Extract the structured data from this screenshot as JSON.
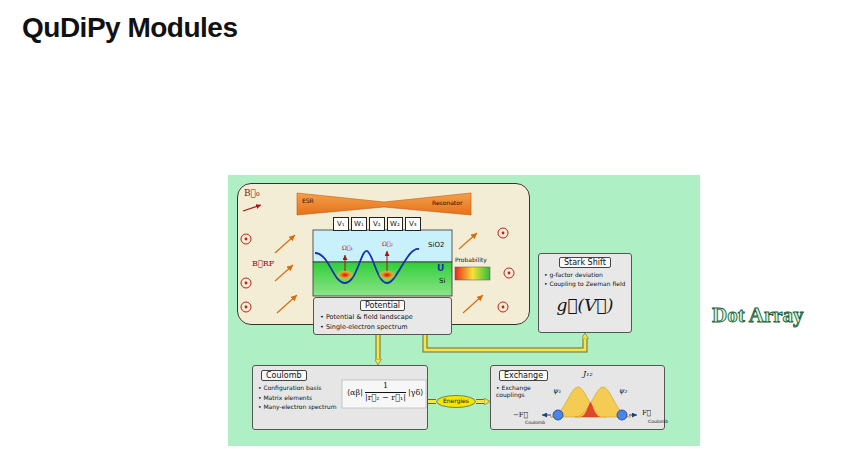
{
  "diagram": {
    "title": "QuDiPy Modules",
    "nodes": [
      {
        "text": [
          "ESR",
          "Resonator",
          "SiO2",
          "U",
          "Si",
          "Probability",
          "B⃗₀",
          "B⃗RF",
          "Ω⃗₁",
          "Ω⃗₂"
        ]
      },
      {
        "text": [
          "V₁"
        ],
        "in": 0
      },
      {
        "text": [
          "W₁"
        ],
        "in": 0
      },
      {
        "text": [
          "V₂"
        ],
        "in": 0
      },
      {
        "text": [
          "W₂"
        ],
        "in": 0
      },
      {
        "text": [
          "V₃"
        ],
        "in": 0
      },
      {
        "text": [
          "Potential",
          "• Potential & field landscape",
          "• Single-electron spectrum"
        ]
      },
      {
        "text": [
          "Stark Shift",
          "• g-factor deviation",
          "• Coupling to Zeeman field",
          "g⃡(V⃗)"
        ]
      },
      {
        "text": [
          "Coulomb",
          "• Configuration basis",
          "• Matrix elements",
          "• Many-electron spectrum",
          "⟨αβ|",
          "1",
          "|r⃗₂ − r⃗₁|",
          "|γδ⟩"
        ]
      },
      {
        "text": [
          "Energies"
        ]
      },
      {
        "text": [
          "Exchange",
          "• Exchange couplings",
          "J₁₂",
          "ψ₁",
          "ψ₂",
          "−F⃗",
          "Coulomb",
          "F⃗",
          "Coulomb"
        ]
      }
    ],
    "edges": [
      {
        "from": 6,
        "to": 8,
        "arrow": "to"
      },
      {
        "from": 6,
        "to": 7,
        "arrow": "to"
      },
      {
        "from": 8,
        "to": 9,
        "arrow": "none"
      },
      {
        "from": 9,
        "to": 10,
        "arrow": "to"
      }
    ],
    "labels": [
      "Dot Array"
    ]
  }
}
